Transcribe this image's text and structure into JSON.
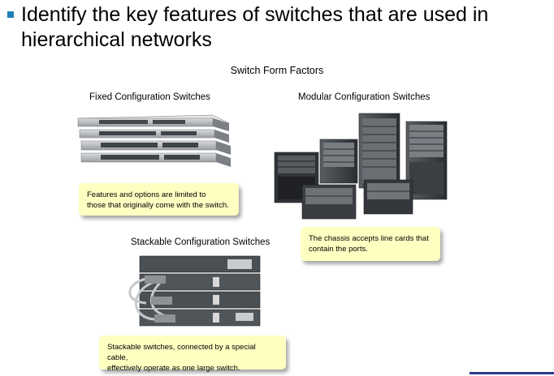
{
  "slide": {
    "heading": "Identify the key features of switches that are used in hierarchical networks",
    "subtitle": "Switch Form Factors"
  },
  "sections": {
    "fixed": {
      "title": "Fixed Configuration Switches",
      "note_line1": "Features and options are limited to",
      "note_line2": "those that originally come with the switch."
    },
    "modular": {
      "title": "Modular Configuration Switches",
      "note_line1": "The chassis accepts line cards that",
      "note_line2": "contain the ports."
    },
    "stackable": {
      "title": "Stackable Configuration Switches",
      "note_line1": "Stackable switches, connected by a special cable,",
      "note_line2": "effectively operate as one large switch."
    }
  },
  "colors": {
    "bullet": "#1f7fb8",
    "note_background": "#ffffc2",
    "accent_line": "#2d3a8c"
  }
}
